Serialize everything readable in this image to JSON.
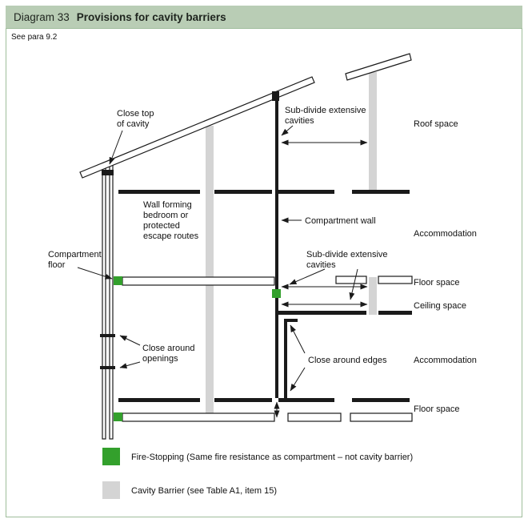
{
  "header": {
    "label": "Diagram 33",
    "title": "Provisions for cavity barriers"
  },
  "note": "See para 9.2",
  "labels": {
    "close_top_1": "Close top",
    "close_top_2": "of cavity",
    "subdivide_roof_1": "Sub-divide extensive",
    "subdivide_roof_2": "cavities",
    "roof_space": "Roof space",
    "wall_forming_1": "Wall forming",
    "wall_forming_2": "bedroom or",
    "wall_forming_3": "protected",
    "wall_forming_4": "escape routes",
    "compartment_wall": "Compartment wall",
    "accommodation_upper": "Accommodation",
    "compartment_floor_1": "Compartment",
    "compartment_floor_2": "floor",
    "subdivide_floor_1": "Sub-divide extensive",
    "subdivide_floor_2": "cavities",
    "floor_space_mid": "Floor space",
    "ceiling_space": "Ceiling space",
    "close_openings_1": "Close around",
    "close_openings_2": "openings",
    "close_edges": "Close around edges",
    "accommodation_lower": "Accommodation",
    "floor_space_bottom": "Floor space"
  },
  "legend": {
    "fire_stopping": "Fire-Stopping (Same fire resistance as compartment – not cavity barrier)",
    "cavity_barrier": "Cavity Barrier (see Table A1, item 15)"
  },
  "colors": {
    "header_bg": "#b9cdb5",
    "panel_border": "#9fbd9b",
    "fire_stopping": "#33a02c",
    "cavity_barrier": "#d4d4d4",
    "line": "#1a1a1a"
  }
}
